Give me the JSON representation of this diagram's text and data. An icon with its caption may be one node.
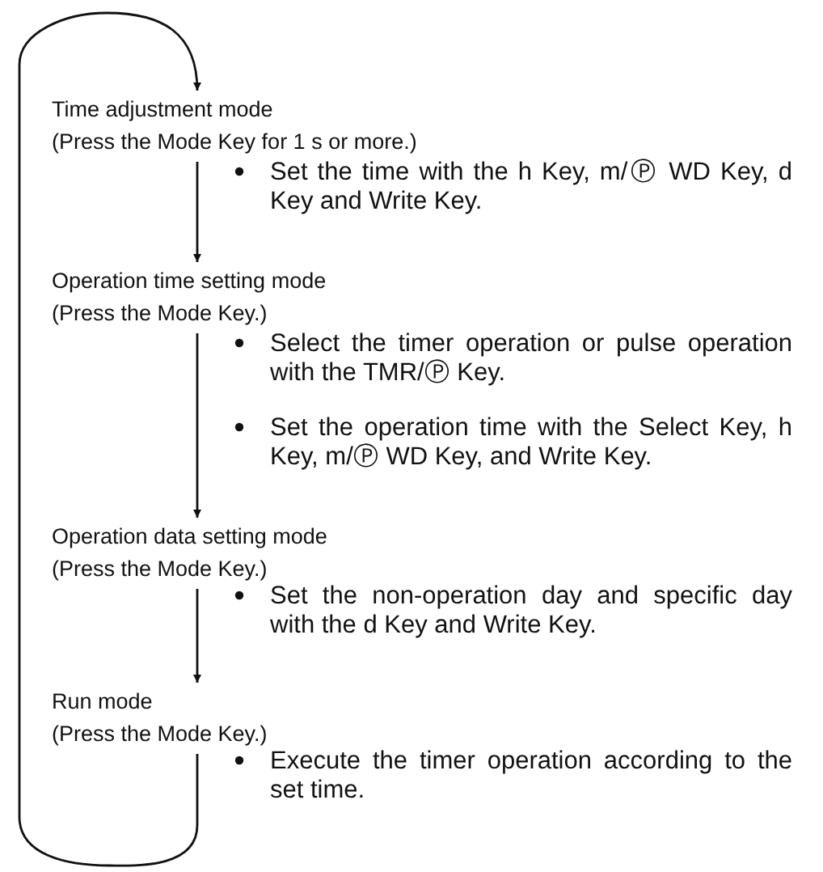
{
  "diagram": {
    "nodes": [
      {
        "text": [
          "Time adjustment mode",
          "(Press the Mode Key for 1 s or more.)"
        ]
      },
      {
        "text": [
          "Operation time setting mode",
          "(Press the Mode Key.)"
        ]
      },
      {
        "text": [
          "Operation data setting mode",
          "(Press the Mode Key.)"
        ]
      },
      {
        "text": [
          "Run mode",
          "(Press the Mode Key.)"
        ]
      }
    ],
    "edges": [
      {
        "from": 0,
        "to": 1,
        "arrow": "to"
      },
      {
        "from": 1,
        "to": 2,
        "arrow": "to"
      },
      {
        "from": 2,
        "to": 3,
        "arrow": "to"
      },
      {
        "from": 3,
        "to": 0,
        "arrow": "to"
      }
    ],
    "labels": [
      "Set the time with the h Key, m/Ⓟ WD Key, d Key and Write Key.",
      "Select the timer operation or pulse operation with the TMR/Ⓟ Key.",
      "Set the operation time with the Select Key, h Key, m/Ⓟ WD Key, and Write Key.",
      "Set the non-operation day and specific day with the d Key and Write Key.",
      "Execute the timer operation according to the set time."
    ]
  }
}
